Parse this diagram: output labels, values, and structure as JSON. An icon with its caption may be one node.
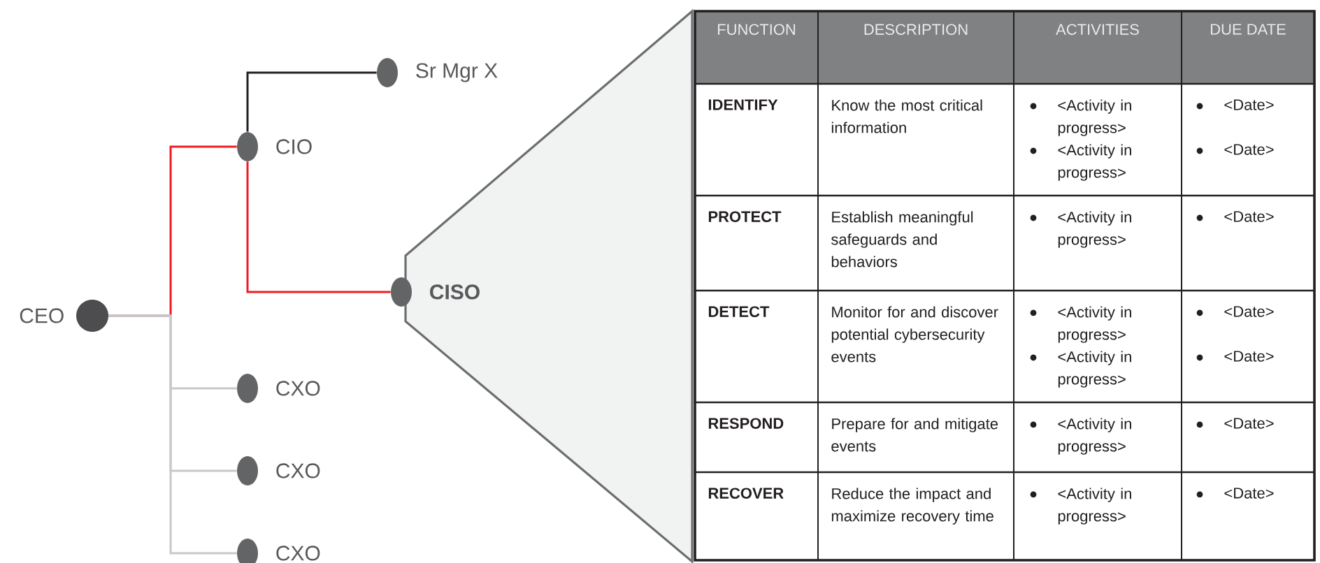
{
  "diagram": {
    "nodes": [
      {
        "text": [],
        "shape": "circle",
        "beside": [
          "CEO"
        ]
      },
      {
        "text": [],
        "shape": "circle",
        "beside": [
          "CIO"
        ]
      },
      {
        "text": [],
        "shape": "circle",
        "beside": [
          "Sr Mgr X"
        ]
      },
      {
        "text": [],
        "shape": "circle",
        "beside": [
          "CISO"
        ]
      },
      {
        "text": [],
        "shape": "circle",
        "beside": [
          "CXO"
        ]
      },
      {
        "text": [],
        "shape": "circle",
        "beside": [
          "CXO"
        ]
      },
      {
        "text": [],
        "shape": "circle",
        "beside": [
          "CXO"
        ]
      }
    ],
    "edges": [
      {
        "from": 0,
        "to": 1,
        "arrow": "none",
        "color": "#ed1c24"
      },
      {
        "from": 1,
        "to": 2,
        "arrow": "none",
        "color": "#231f20"
      },
      {
        "from": 1,
        "to": 3,
        "arrow": "none",
        "color": "#ed1c24"
      },
      {
        "from": 0,
        "to": 4,
        "arrow": "none"
      },
      {
        "from": 0,
        "to": 5,
        "arrow": "none"
      },
      {
        "from": 0,
        "to": 6,
        "arrow": "none"
      }
    ],
    "labels": [
      "FUNCTION",
      "DESCRIPTION",
      "ACTIVITIES",
      "DUE DATE",
      "IDENTIFY",
      "Know the most critical information",
      "<Activity in progress>",
      "<Activity in progress>",
      "<Date>",
      "<Date>",
      "PROTECT",
      "Establish meaningful safeguards and behaviors",
      "<Activity in progress>",
      "<Date>",
      "DETECT",
      "Monitor for and discover potential cybersecurity events",
      "<Activity in progress>",
      "<Activity in progress>",
      "<Date>",
      "<Date>",
      "RESPOND",
      "Prepare for and mitigate events",
      "<Activity in progress>",
      "<Date>",
      "RECOVER",
      "Reduce the impact and maximize recovery time",
      "<Activity in progress>",
      "<Date>"
    ]
  }
}
